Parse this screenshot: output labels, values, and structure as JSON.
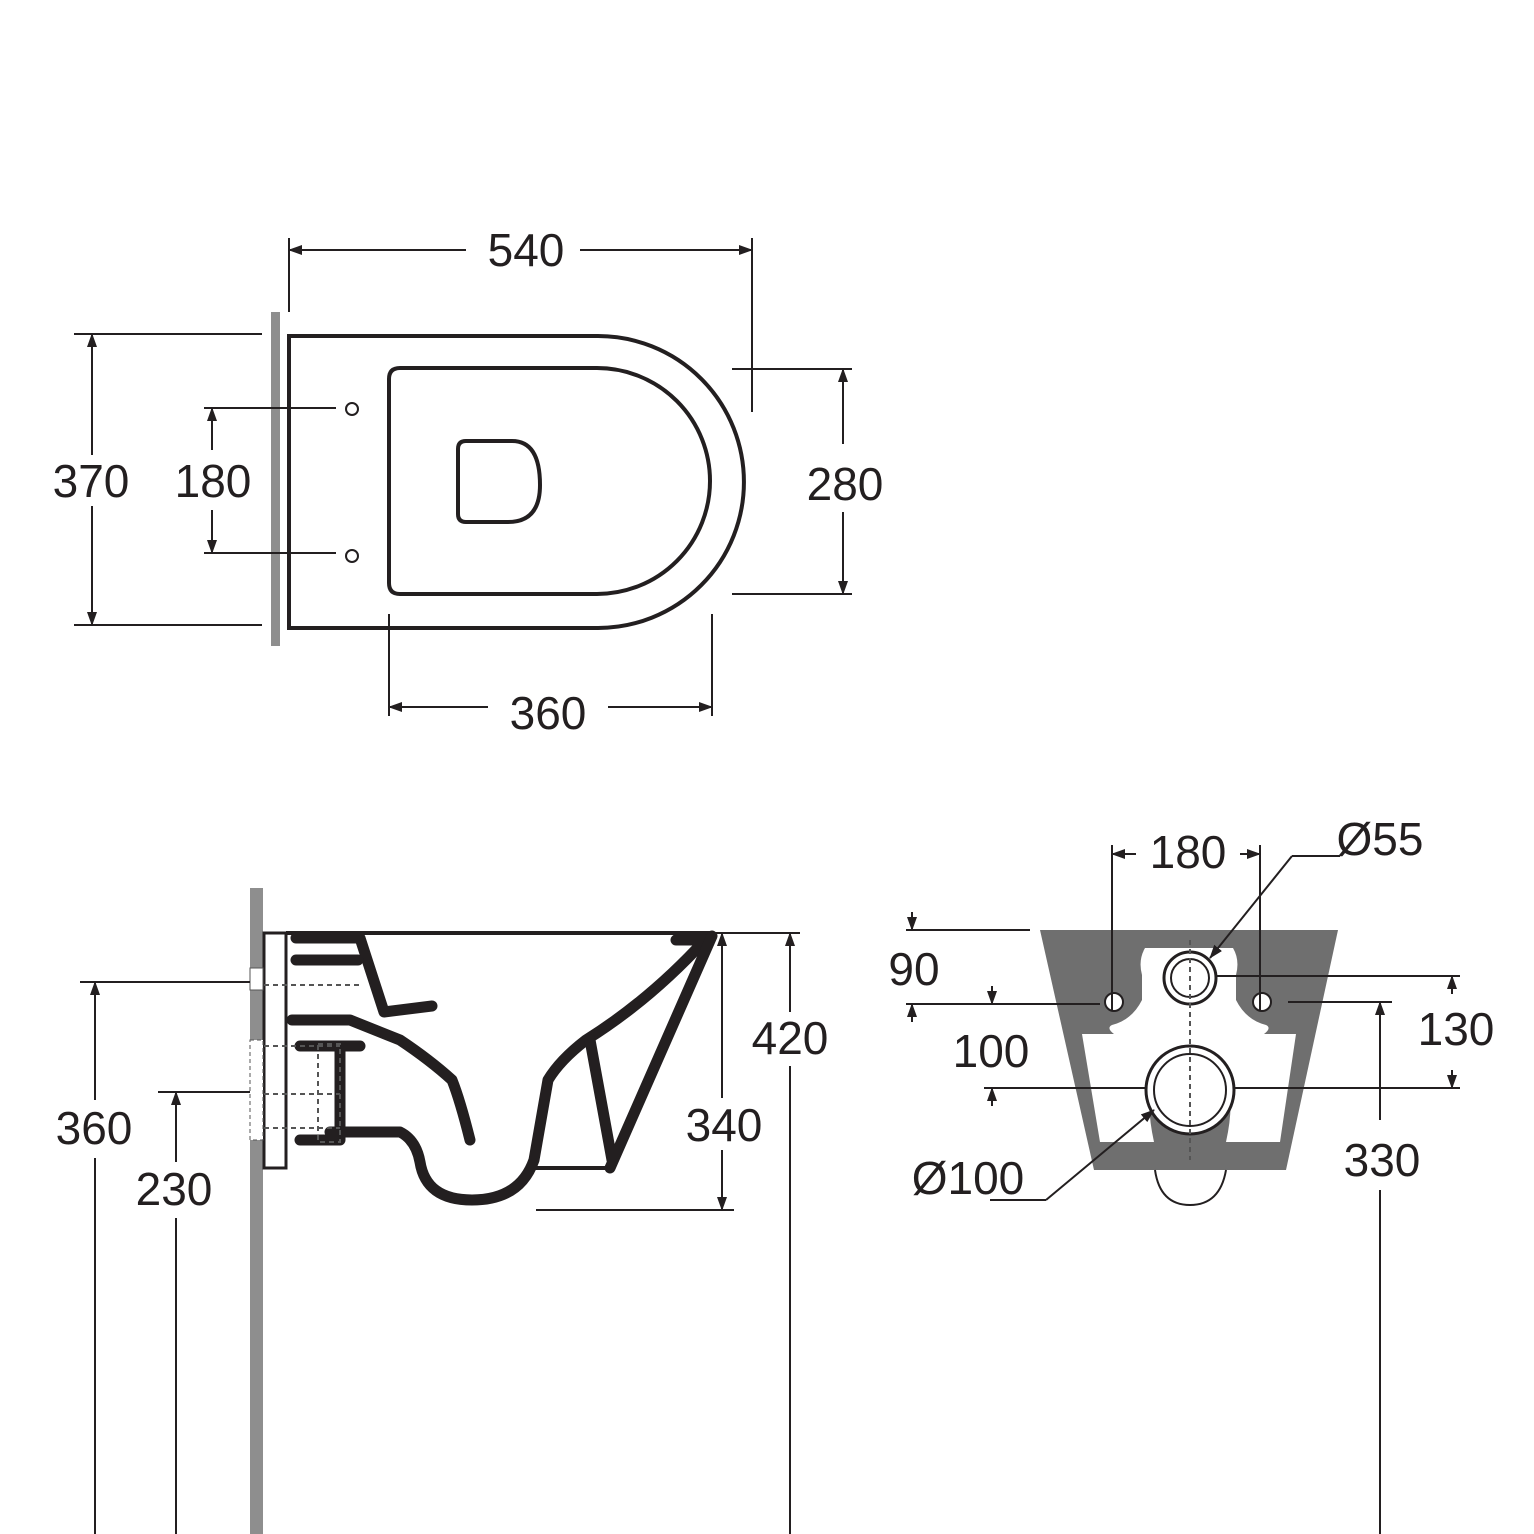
{
  "top_view": {
    "overall_length": "540",
    "overall_width": "370",
    "bolt_spacing": "180",
    "seat_width": "280",
    "seat_length": "360"
  },
  "side_view": {
    "bowl_height": "420",
    "rim_to_base_height": "340",
    "inlet_height": "360",
    "outlet_height": "230"
  },
  "back_view": {
    "bolt_spacing": "180",
    "inlet_diameter": "Ø55",
    "top_to_inlet": "90",
    "bolts_to_outlet": "100",
    "inlet_to_outlet": "130",
    "outlet_height": "330",
    "outlet_diameter": "Ø100"
  },
  "colors": {
    "line": "#231f20",
    "wall": "#8e8e8e",
    "shading": "#6f6f6f",
    "background": "#ffffff"
  }
}
